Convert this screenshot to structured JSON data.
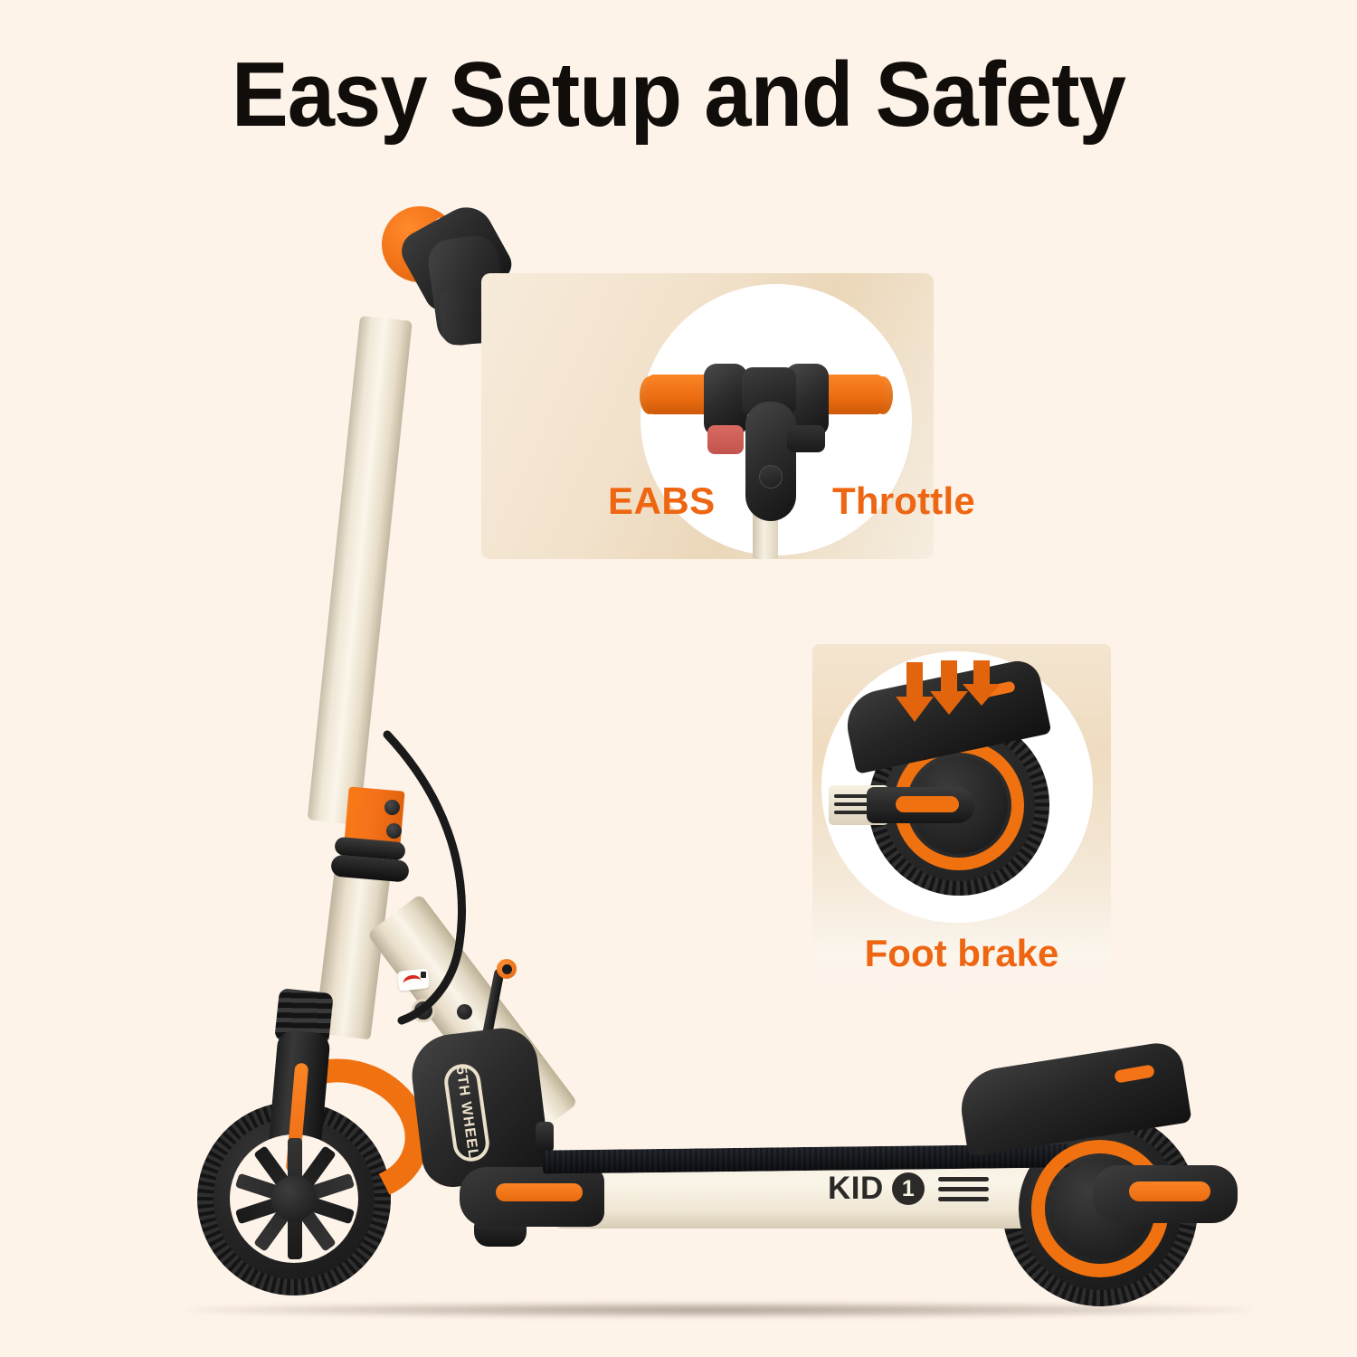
{
  "page": {
    "title": "Easy Setup and Safety",
    "background_color": "#FDF3E9",
    "accent_color": "#EE6611",
    "body_color": "#F7F1E2",
    "dark_color": "#1A1A1A"
  },
  "product": {
    "brand_badge": "5TH WHEEL",
    "deck_model": "KID",
    "deck_model_number": "1"
  },
  "callouts": [
    {
      "id": "handlebar-controls",
      "labels": {
        "left": "EABS",
        "right": "Throttle"
      },
      "accent_color": "#EE6611"
    },
    {
      "id": "rear-foot-brake",
      "labels": {
        "main": "Foot brake"
      },
      "accent_color": "#EE6611"
    }
  ],
  "icons": {
    "down_arrow": "down-arrow-icon",
    "lock": "lock-icon",
    "rotate_warning": "rotate-warning-icon"
  }
}
